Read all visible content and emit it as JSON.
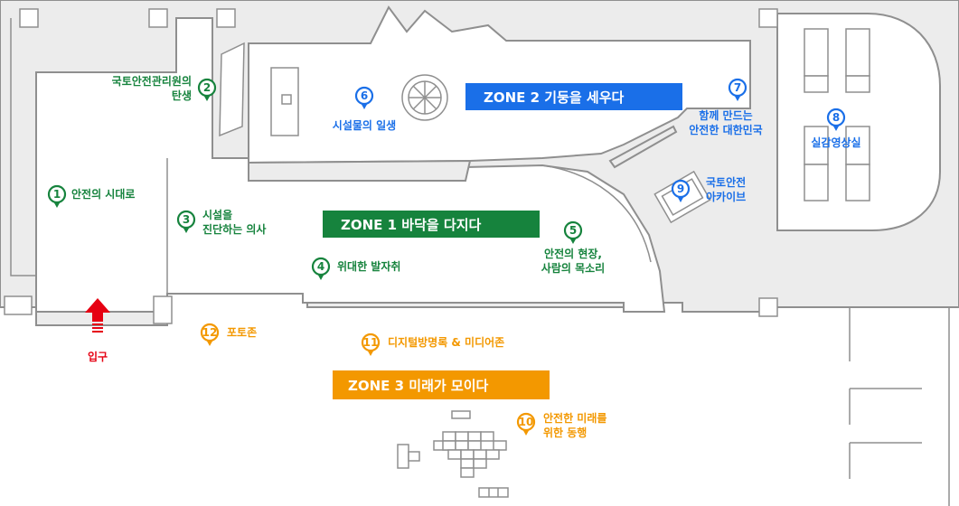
{
  "colors": {
    "green": "#16833d",
    "blue": "#1a6fe8",
    "orange": "#f39800",
    "red": "#e60012",
    "wall": "#ececec",
    "outline": "#8f8f8f"
  },
  "zones": [
    {
      "id": "zone1",
      "label": "ZONE 1  바닥을 다지다",
      "color": "#16833d"
    },
    {
      "id": "zone2",
      "label": "ZONE 2  기둥을 세우다",
      "color": "#1a6fe8"
    },
    {
      "id": "zone3",
      "label": "ZONE 3  미래가 모이다",
      "color": "#f39800"
    }
  ],
  "points": [
    {
      "num": "1",
      "lines": [
        "안전의 시대로"
      ],
      "color": "#16833d"
    },
    {
      "num": "2",
      "lines": [
        "국토안전관리원의",
        "탄생"
      ],
      "color": "#16833d"
    },
    {
      "num": "3",
      "lines": [
        "시설을",
        "진단하는 의사"
      ],
      "color": "#16833d"
    },
    {
      "num": "4",
      "lines": [
        "위대한 발자취"
      ],
      "color": "#16833d"
    },
    {
      "num": "5",
      "lines": [
        "안전의 현장,",
        "사람의 목소리"
      ],
      "color": "#16833d"
    },
    {
      "num": "6",
      "lines": [
        "시설물의 일생"
      ],
      "color": "#1a6fe8"
    },
    {
      "num": "7",
      "lines": [
        "함께 만드는",
        "안전한 대한민국"
      ],
      "color": "#1a6fe8"
    },
    {
      "num": "8",
      "lines": [
        "실감영상실"
      ],
      "color": "#1a6fe8"
    },
    {
      "num": "9",
      "lines": [
        "국토안전",
        "아카이브"
      ],
      "color": "#1a6fe8"
    },
    {
      "num": "10",
      "lines": [
        "안전한 미래를",
        "위한 동행"
      ],
      "color": "#f39800"
    },
    {
      "num": "11",
      "lines": [
        "디지털방명록 & 미디어존"
      ],
      "color": "#f39800"
    },
    {
      "num": "12",
      "lines": [
        "포토존"
      ],
      "color": "#f39800"
    }
  ],
  "entrance": {
    "label": "입구",
    "icon": "up-arrow-icon"
  }
}
